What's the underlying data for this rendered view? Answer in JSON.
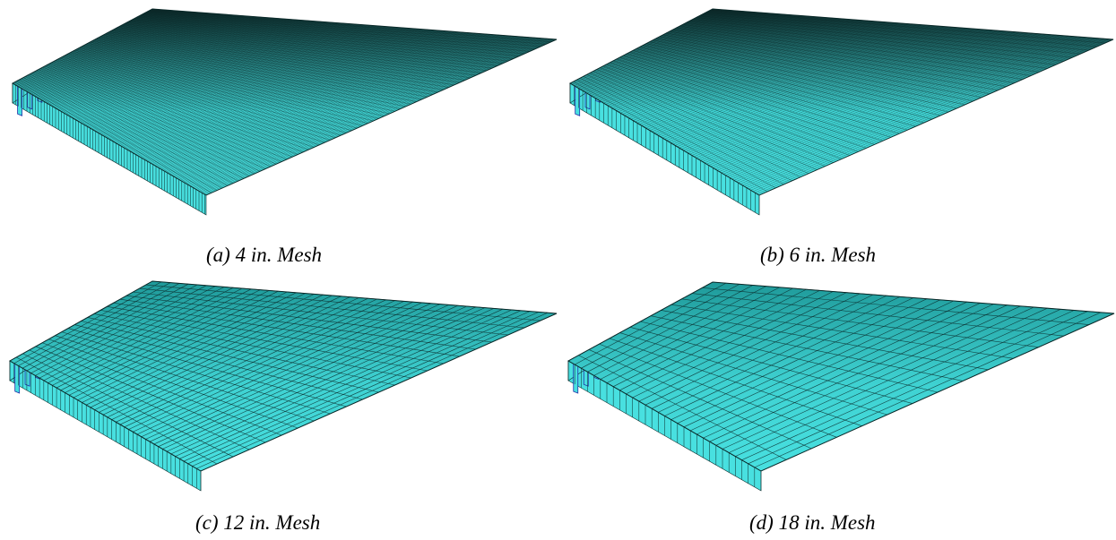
{
  "figure": {
    "panels": [
      {
        "id": "a",
        "caption": "(a) 4 in. Mesh",
        "mesh_in": 4
      },
      {
        "id": "b",
        "caption": "(b) 6 in. Mesh",
        "mesh_in": 6
      },
      {
        "id": "c",
        "caption": "(c) 12 in. Mesh",
        "mesh_in": 12
      },
      {
        "id": "d",
        "caption": "(d) 18 in. Mesh",
        "mesh_in": 18
      }
    ],
    "colors": {
      "deck_fill": "#3fd2d2",
      "deck_fill_dark": "#1f9a9a",
      "side_fill": "#48e0e0",
      "mesh_line": "#0b2a2a",
      "girder_line": "#2230a8"
    }
  }
}
